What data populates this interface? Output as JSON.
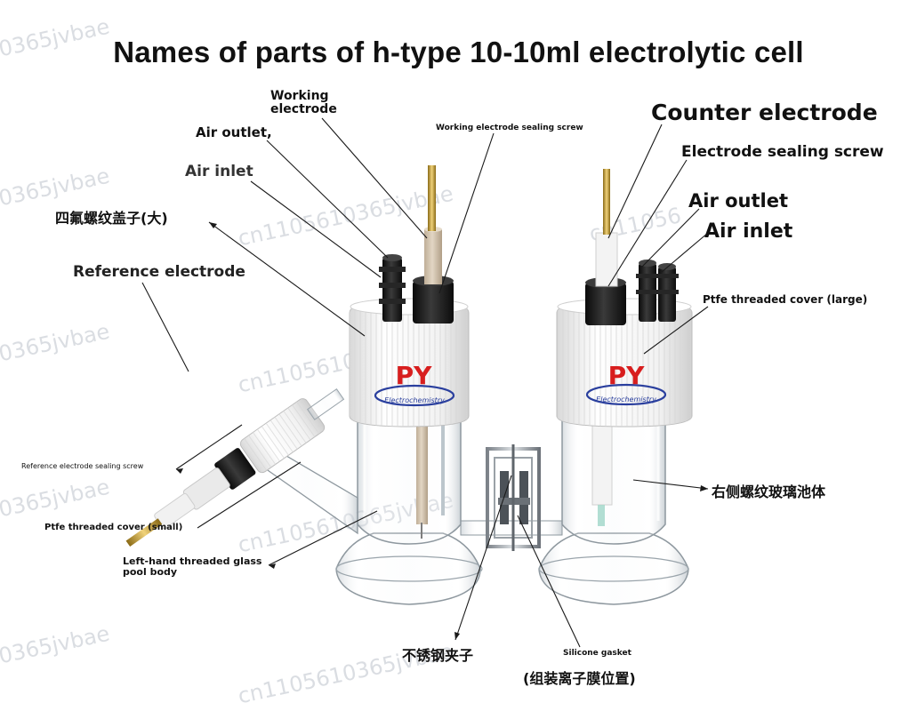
{
  "title": "Names of parts of h-type 10-10ml electrolytic cell",
  "watermarks": {
    "wm1": "0365jvbae",
    "wm2": "0365jvbae",
    "wm3": "0365jvbae",
    "wm4": "0365jvbae",
    "wm5": "0365jvbae",
    "wm6": "cn1105610365jvbae",
    "wm7": "cn11056",
    "wm8": "cn1105610365jvbae",
    "wm9": "cn1105610365jvbae",
    "wm10": "cn1105610365jvbae"
  },
  "labels": {
    "working_electrode": "Working electrode",
    "air_outlet_left": "Air outlet,",
    "air_inlet_left": "Air inlet",
    "ptfe_cap_large_cn": "四氟螺纹盖子(大)",
    "reference_electrode": "Reference electrode",
    "working_electrode_sealing_screw": "Working electrode sealing screw",
    "counter_electrode": "Counter electrode",
    "electrode_sealing_screw": "Electrode sealing screw",
    "air_outlet_right": "Air outlet",
    "air_inlet_right": "Air inlet",
    "ptfe_threaded_cover_large": "Ptfe threaded cover (large)",
    "right_glass_body_cn": "右侧螺纹玻璃池体",
    "reference_electrode_sealing_screw": "Reference electrode sealing screw",
    "ptfe_threaded_cover_small": "Ptfe threaded cover (small)",
    "left_glass_body": "Left-hand threaded glass pool body",
    "clamp_cn": "不锈钢夹子",
    "silicone_gasket": "Silicone gasket",
    "membrane_position_cn": "(组装离子膜位置)"
  },
  "logo": {
    "text_left": "PY",
    "text_right": "PY",
    "sub_left": "Electrochemistry",
    "sub_right": "Electrochemistry"
  },
  "colors": {
    "accent_red": "#d81e1e",
    "accent_blue": "#2a3f9e",
    "ptfe_white": "#f4f4f4",
    "seal_black": "#1a1a1a",
    "wire_gold": "#c9a53a"
  }
}
